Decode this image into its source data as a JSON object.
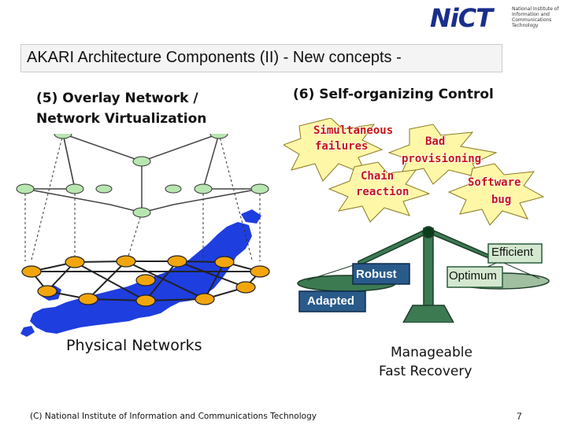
{
  "logo": {
    "mark": "NiCT",
    "lines": [
      "National Institute of",
      "Information and",
      "Communications",
      "Technology"
    ]
  },
  "title": "AKARI Architecture Components (II) - New concepts -",
  "left": {
    "heading_line1": "(5) Overlay Network /",
    "heading_line2": "Network Virtualization",
    "physical_label": "Physical Networks"
  },
  "right": {
    "heading": "(6) Self-organizing Control",
    "problems": {
      "simultaneous": "Simultaneous",
      "failures": "failures",
      "bad": "Bad",
      "provisioning": "provisioning",
      "chain": "Chain",
      "reaction": "reaction",
      "software": "Software",
      "bug": "bug"
    },
    "tags": {
      "efficient": "Efficient",
      "robust": "Robust",
      "optimum": "Optimum",
      "adapted": "Adapted"
    },
    "manageable": "Manageable",
    "fast_recovery": "Fast Recovery"
  },
  "footer": "(C) National Institute of Information and Communications Technology",
  "page_number": "7",
  "colors": {
    "node_fill": "#f2a60c",
    "overlay_node": "#b8e6b0",
    "japan_blue": "#1e3ee0",
    "scale_green": "#3c7a52",
    "starburst": "#fff7a8",
    "text_red": "#c81414"
  }
}
